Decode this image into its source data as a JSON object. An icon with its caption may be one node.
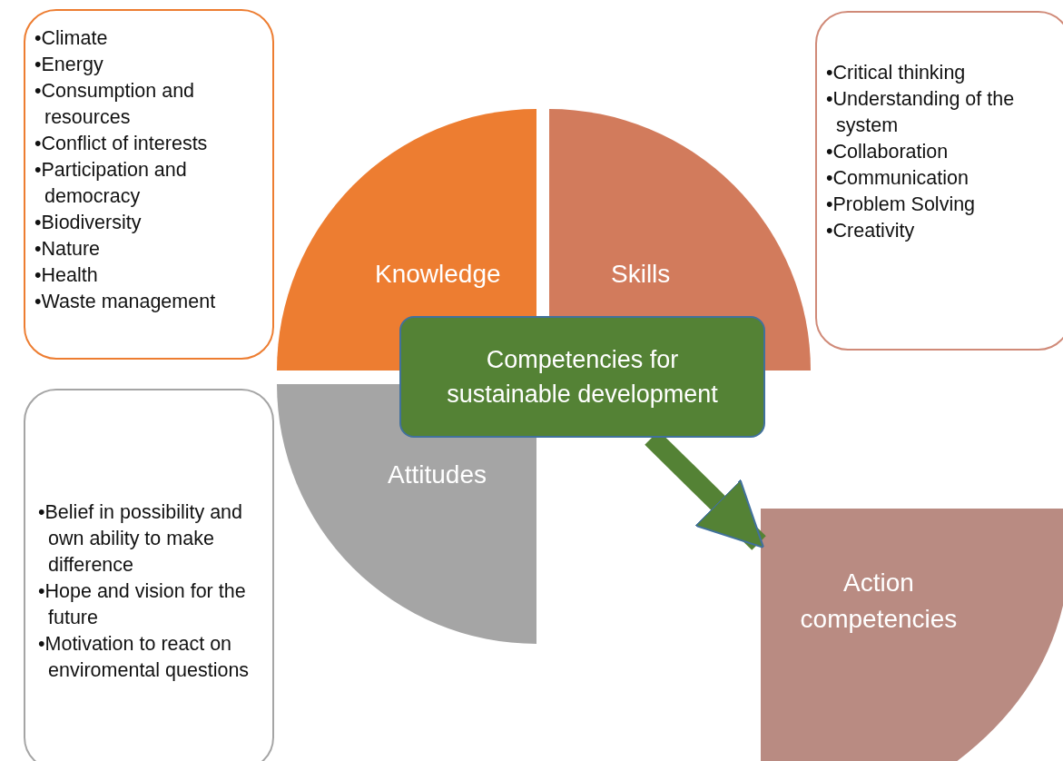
{
  "diagram": {
    "nodes": [
      {
        "text": [
          "•Climate",
          "•Energy",
          "•Consumption and resources",
          "•Conflict of interests",
          "•Participation and democracy",
          "•Biodiversity",
          "•Nature",
          "•Health",
          "•Waste management"
        ]
      },
      {
        "text": [
          "Knowledge"
        ]
      },
      {
        "text": [
          "•Critical thinking",
          "•Understanding of the system",
          "•Collaboration",
          "•Communication",
          "•Problem Solving",
          "•Creativity"
        ]
      },
      {
        "text": [
          "Skills"
        ]
      },
      {
        "text": [
          "•Belief in possibility and own ability to make difference",
          "•Hope and vision for the future",
          "•Motivation to react on enviromental questions"
        ]
      },
      {
        "text": [
          "Attitudes"
        ]
      },
      {
        "text": [
          "Competencies for sustainable development"
        ]
      },
      {
        "text": [
          "Action competencies"
        ]
      }
    ],
    "edges": [
      {
        "from": 6,
        "to": 7,
        "arrow": "to"
      }
    ]
  }
}
